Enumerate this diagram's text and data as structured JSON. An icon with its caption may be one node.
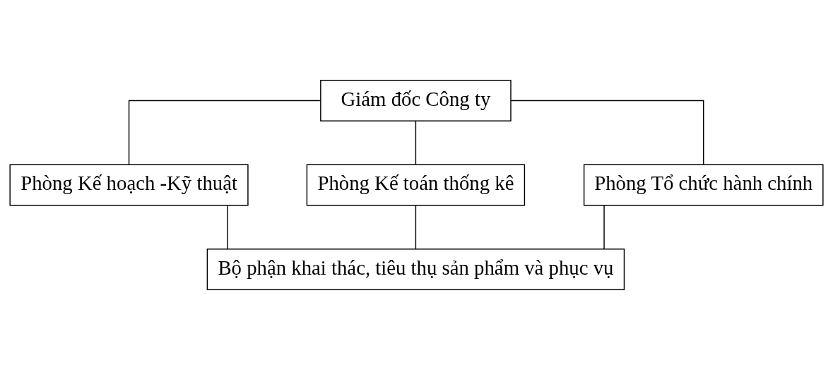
{
  "diagram": {
    "nodes": [
      {
        "text": [
          "Giám đốc Công ty"
        ]
      },
      {
        "text": [
          "Phòng Kế hoạch -Kỹ thuật"
        ]
      },
      {
        "text": [
          "Phòng Kế toán thống kê"
        ]
      },
      {
        "text": [
          "Phòng Tổ chức hành chính"
        ]
      },
      {
        "text": [
          "Bộ phận khai thác, tiêu thụ sản phẩm và phục vụ"
        ]
      }
    ],
    "edges": [
      {
        "from": 0,
        "to": 1,
        "arrow": "none"
      },
      {
        "from": 0,
        "to": 2,
        "arrow": "none"
      },
      {
        "from": 0,
        "to": 3,
        "arrow": "none"
      },
      {
        "from": 1,
        "to": 4,
        "arrow": "none"
      },
      {
        "from": 2,
        "to": 4,
        "arrow": "none"
      },
      {
        "from": 3,
        "to": 4,
        "arrow": "none"
      }
    ]
  }
}
